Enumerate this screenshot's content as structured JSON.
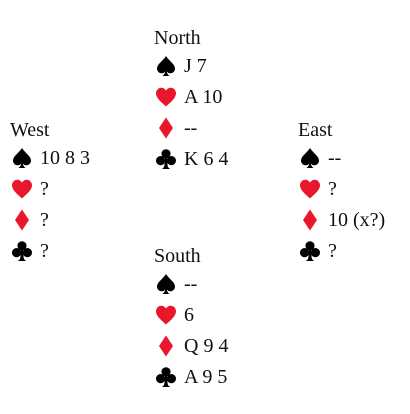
{
  "colors": {
    "black_suit": "#000000",
    "red_suit": "#e8172b",
    "text": "#111111",
    "background": "#ffffff"
  },
  "hands": {
    "north": {
      "name": "North",
      "suits": [
        {
          "suit": "spade-icon",
          "cards": "J 7"
        },
        {
          "suit": "heart-icon",
          "cards": "A 10"
        },
        {
          "suit": "diamond-icon",
          "cards": "--"
        },
        {
          "suit": "club-icon",
          "cards": "K 6 4"
        }
      ]
    },
    "west": {
      "name": "West",
      "suits": [
        {
          "suit": "spade-icon",
          "cards": "10 8 3"
        },
        {
          "suit": "heart-icon",
          "cards": "?"
        },
        {
          "suit": "diamond-icon",
          "cards": "?"
        },
        {
          "suit": "club-icon",
          "cards": "?"
        }
      ]
    },
    "east": {
      "name": "East",
      "suits": [
        {
          "suit": "spade-icon",
          "cards": "--"
        },
        {
          "suit": "heart-icon",
          "cards": "?"
        },
        {
          "suit": "diamond-icon",
          "cards": "10 (x?)"
        },
        {
          "suit": "club-icon",
          "cards": "?"
        }
      ]
    },
    "south": {
      "name": "South",
      "suits": [
        {
          "suit": "spade-icon",
          "cards": "--"
        },
        {
          "suit": "heart-icon",
          "cards": "6"
        },
        {
          "suit": "diamond-icon",
          "cards": "Q 9 4"
        },
        {
          "suit": "club-icon",
          "cards": "A 9 5"
        }
      ]
    }
  }
}
